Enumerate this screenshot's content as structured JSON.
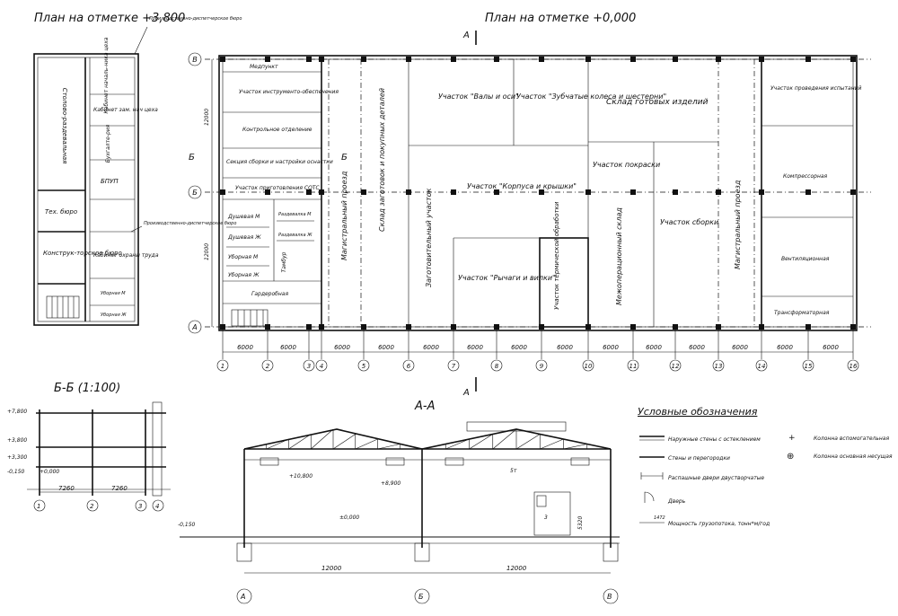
{
  "titles": {
    "plan_upper": "План на отметке +3,800",
    "plan_ground": "План на отметке +0,000",
    "section_bb": "Б-Б (1:100)",
    "section_aa": "А-А",
    "legend": "Условные обозначения"
  },
  "axes_x": [
    "1",
    "2",
    "3",
    "4",
    "5",
    "6",
    "7",
    "8",
    "9",
    "10",
    "11",
    "12",
    "13",
    "14",
    "15",
    "16"
  ],
  "axes_y": [
    "А",
    "Б",
    "В"
  ],
  "dimensions": {
    "bay": "6000",
    "span": "12000",
    "bb_left": "7260",
    "bb_right": "7260",
    "crane": "5т"
  },
  "cut_marks": {
    "a": "А",
    "b": "Б"
  },
  "upper_rooms": [
    "Столово-раздевальная",
    "Тех. бюро",
    "Конструк-торское бюро",
    "Кабинет началь-ника цеха",
    "Кабинет зам. нач цеха",
    "Бухгалте-рия",
    "БПУП",
    "Кабинет охраны труда",
    "Уборная М",
    "Уборная Ж"
  ],
  "upper_notes": {
    "top": "Производственно-диспетчерское бюро",
    "side": "Производственно-диспетчерское бюро"
  },
  "ground_rooms": {
    "medpunkt": "Медпункт",
    "tool": "Участок инструменто-обеспечения",
    "control": "Контрольное отделение",
    "assembly_section": "Секция сборки и настройки оснастки",
    "prep": "Участок приготовления СОТС",
    "shower_m": "Душевая М",
    "shower_w": "Душевая Ж",
    "locker_m": "Раздевалка М",
    "locker_w": "Раздевалка Ж",
    "wc_m": "Уборная М",
    "wc_w": "Уборная Ж",
    "vest": "Тамбур",
    "wardrobe": "Гардеробная",
    "drive1": "Магистральный проезд",
    "warehouse": "Склад заготовок и покупных деталей",
    "shafts": "Участок \"Валы и оси\"",
    "gears": "Участок \"Зубчатые колеса и шестерни\"",
    "finished": "Склад готовых изделий",
    "housings": "Участок \"Корпуса и крышки\"",
    "paint": "Участок покраски",
    "blank": "Заготовительный участок",
    "levers": "Участок \"Рычаги и вилки\"",
    "heat": "Участок термической обработки",
    "interop": "Межоперационный склад",
    "assembly": "Участок сборки",
    "drive2": "Магистральный проезд",
    "testing": "Участок проведения испытаний",
    "compressor": "Компрессорная",
    "vent": "Вентиляционная",
    "transformer": "Трансформаторная"
  },
  "levels": {
    "l1": "+7,800",
    "l2": "+3,800",
    "l3": "+3,300",
    "l4": "-0,150",
    "l5": "+0,000",
    "aa_crane1": "+10,800",
    "aa_crane2": "+8,900",
    "aa_zero": "±0,000",
    "aa_ground": "-0,150",
    "aa_h": "5320",
    "aa_machine": "3"
  },
  "legend_items": [
    "Наружные стены с остеклением",
    "Стены и перегородки",
    "Распашные двери двустворчатые",
    "Дверь",
    "Мощность грузопотока, тонн*м/год",
    "Колонна вспомогательная",
    "Колонна основная несущая"
  ],
  "legend_flow_value": "1472"
}
